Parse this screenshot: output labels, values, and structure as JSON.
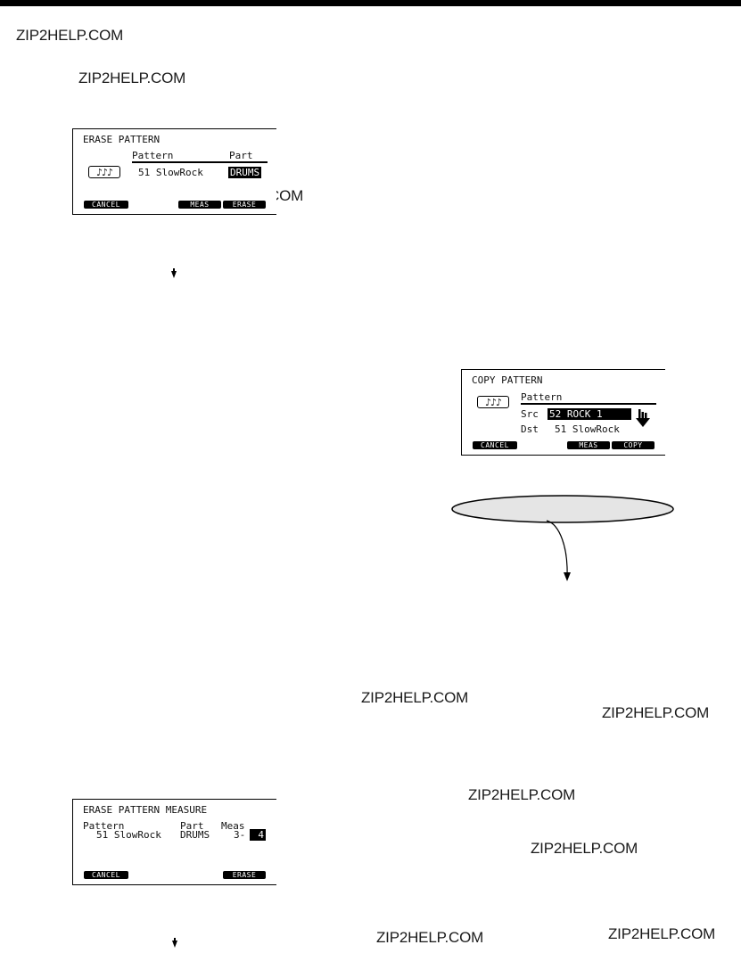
{
  "watermark": "ZIP2HELP.COM",
  "erase_pattern": {
    "title": "ERASE PATTERN",
    "col_pattern": "Pattern",
    "col_part": "Part",
    "icon": "♪♪♪",
    "pattern_value": "51 SlowRock",
    "part_value": "DRUMS",
    "f_cancel": "CANCEL",
    "f_meas": "MEAS",
    "f_erase": "ERASE"
  },
  "copy_pattern": {
    "title": "COPY PATTERN",
    "col_pattern": "Pattern",
    "icon": "♪♪♪",
    "src_label": "Src",
    "src_value": "52 ROCK 1",
    "dst_label": "Dst",
    "dst_value": "51 SlowRock",
    "f_cancel": "CANCEL",
    "f_meas": "MEAS",
    "f_copy": "COPY"
  },
  "erase_measure": {
    "title": "ERASE PATTERN MEASURE",
    "col_pattern": "Pattern",
    "col_part": "Part",
    "col_meas": "Meas",
    "pattern_value": "51 SlowRock",
    "part_value": "DRUMS",
    "meas_from": "3-",
    "meas_to": "4",
    "f_cancel": "CANCEL",
    "f_erase": "ERASE"
  }
}
